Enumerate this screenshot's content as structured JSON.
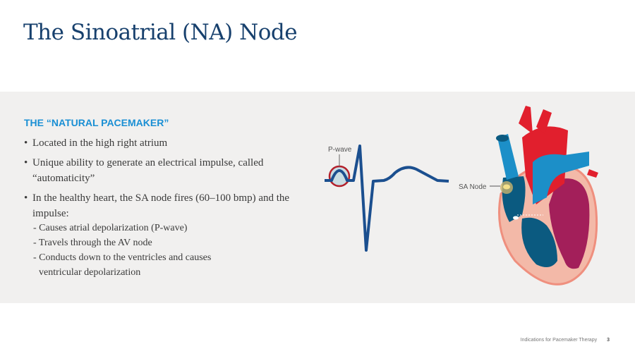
{
  "title": "The Sinoatrial (NA) Node",
  "subheading": "THE “NATURAL PACEMAKER”",
  "bullets": [
    "Located in the high right atrium",
    "Unique ability to generate an electrical impulse, called “automaticity”",
    "In the healthy heart, the SA node fires (60–100 bmp) and the impulse:"
  ],
  "sub_bullets": [
    "- Causes atrial depolarization (P-wave)",
    "- Travels through the AV node",
    "- Conducts down to the ventricles and causes",
    "ventricular depolarization"
  ],
  "figure": {
    "pwave_label": "P-wave",
    "sa_node_label": "SA Node"
  },
  "footer": {
    "text": "Indications for Pacemaker Therapy",
    "page": "3"
  },
  "colors": {
    "title": "#17406d",
    "accent": "#1a8fd4",
    "ecg": "#1b4f8f"
  }
}
